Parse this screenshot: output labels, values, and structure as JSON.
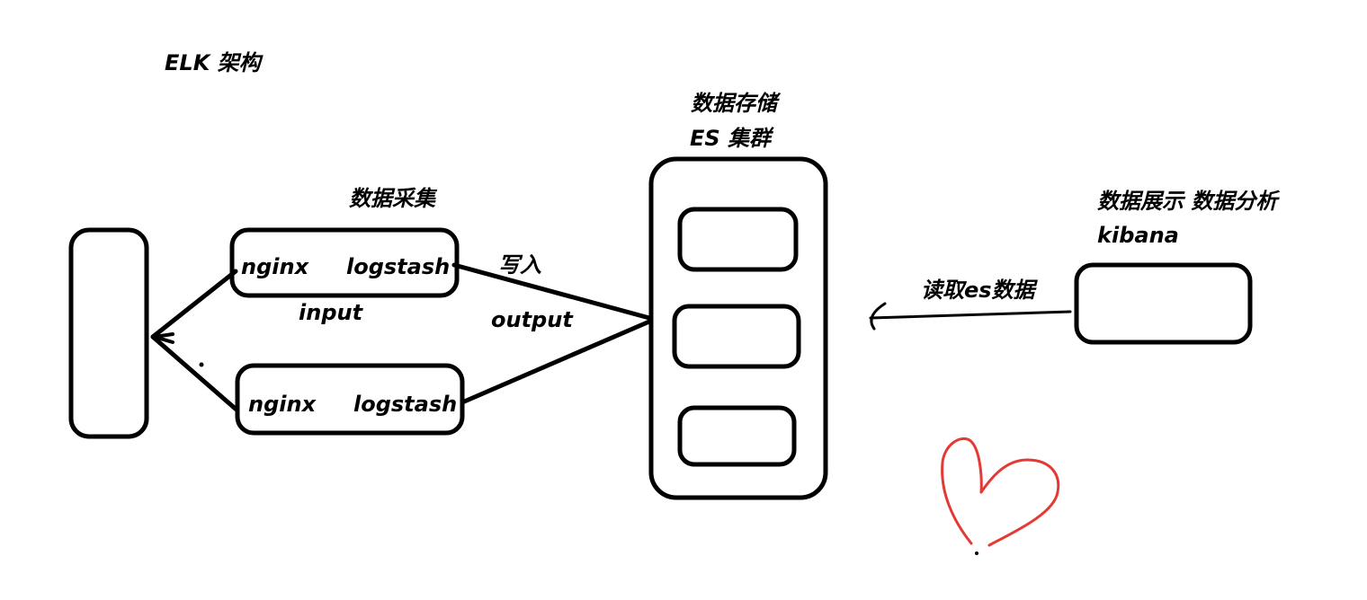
{
  "title": "ELK 架构",
  "storage": {
    "label": "数据存储",
    "cluster_label": "ES 集群"
  },
  "collection": {
    "label": "数据采集",
    "node1": {
      "nginx_label": "nginx",
      "logstash_label": "logstash"
    },
    "node2": {
      "nginx_label": "nginx",
      "logstash_label": "logstash"
    },
    "input_label": "input",
    "output_label": "output"
  },
  "write_label": "写入",
  "display": {
    "label": "数据展示  数据分析",
    "kibana_label": "kibana"
  },
  "read_label": "读取es数据",
  "colors": {
    "stroke": "#000000",
    "heart": "#e53935",
    "background": "#ffffff"
  }
}
